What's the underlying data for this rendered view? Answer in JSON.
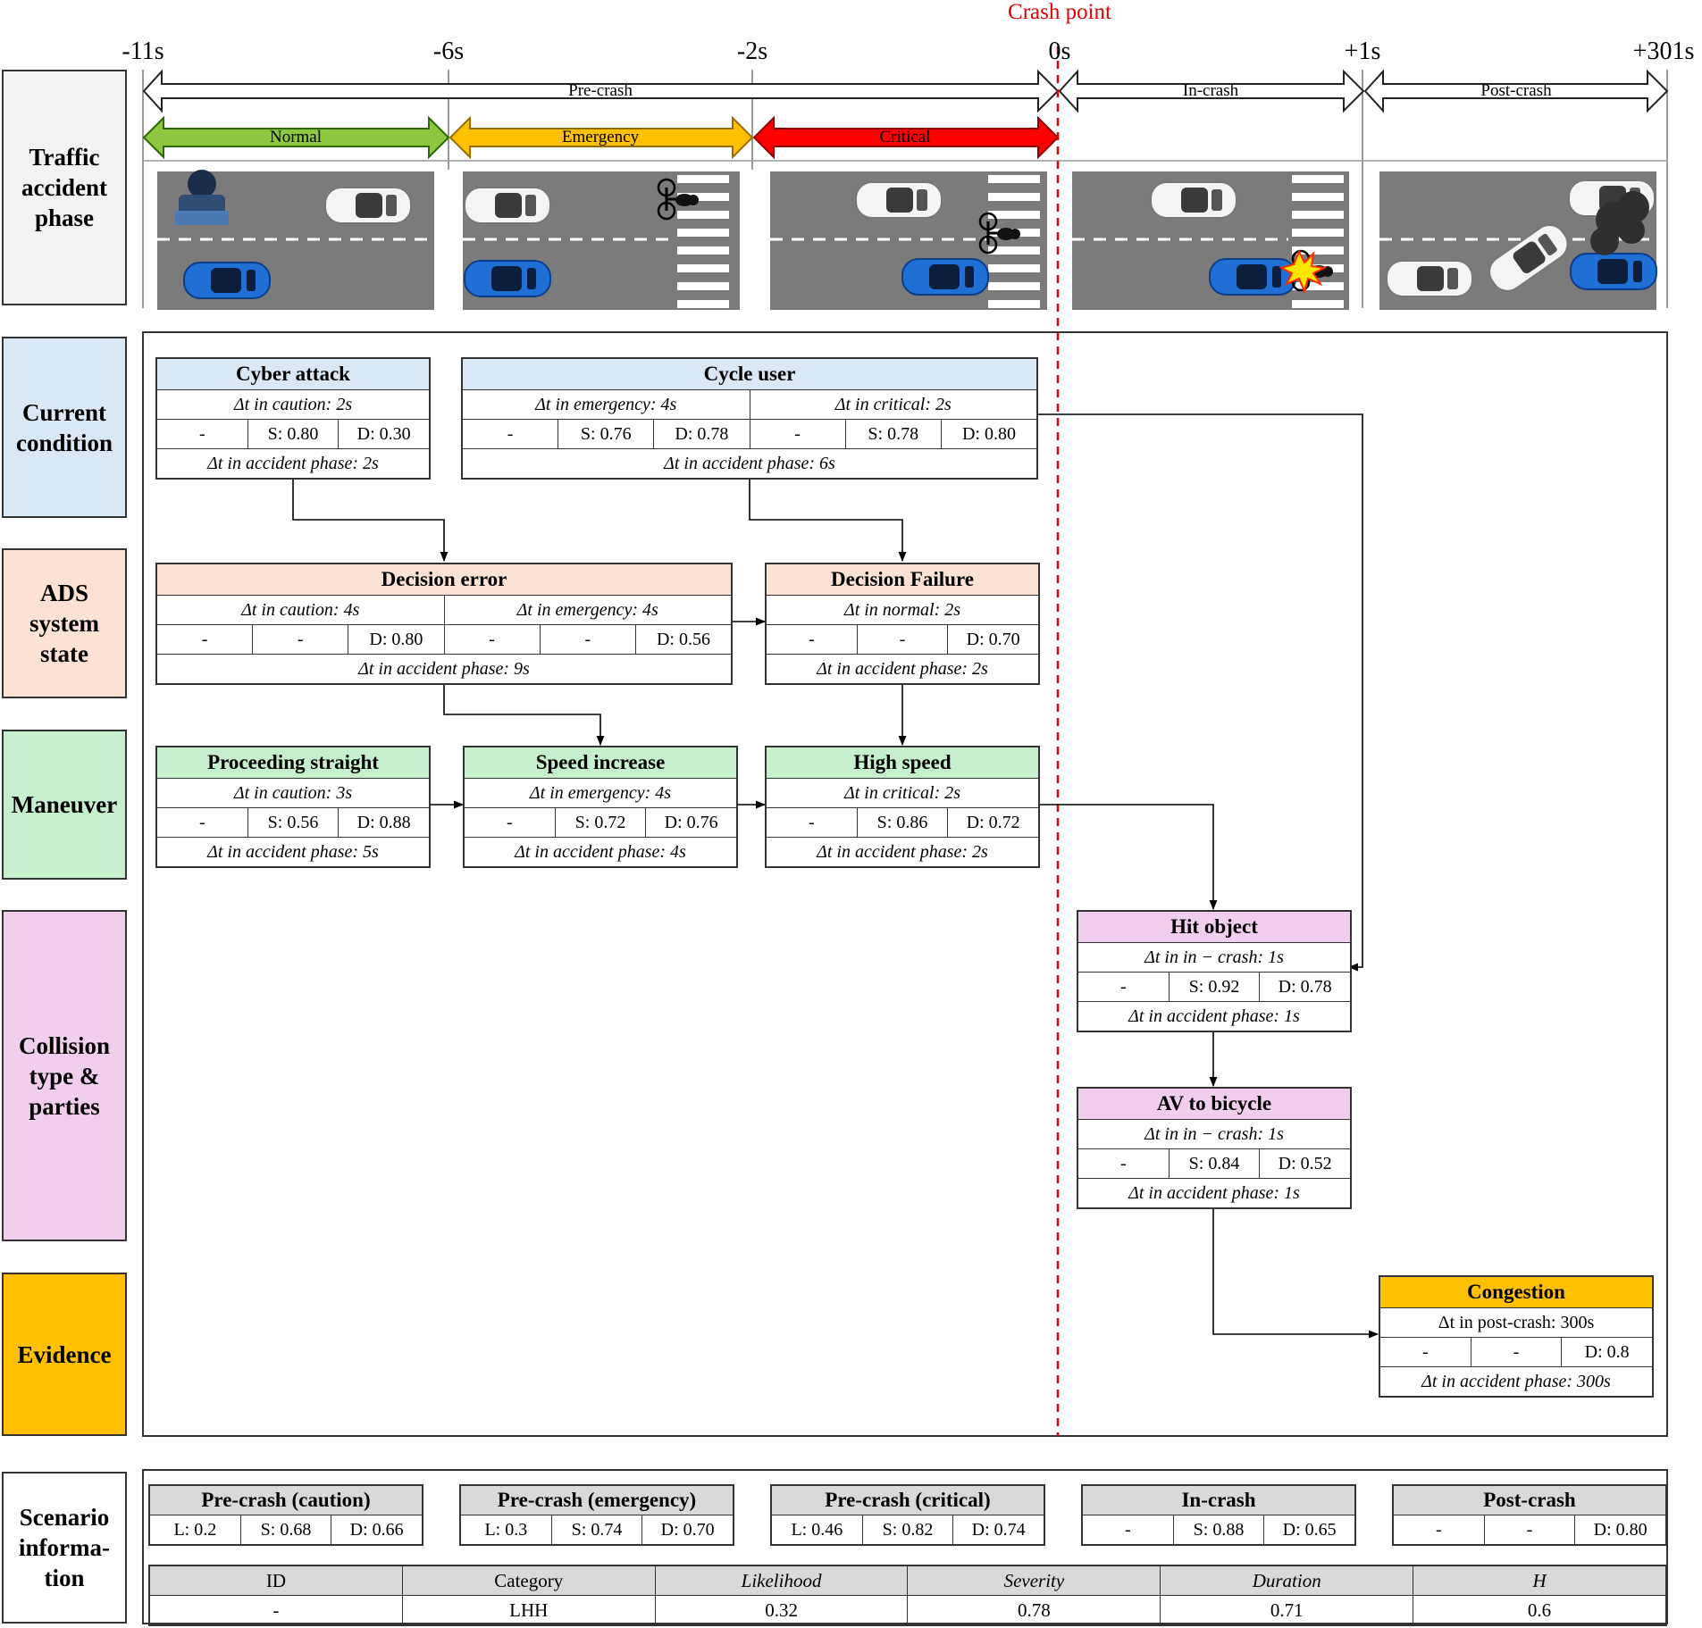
{
  "crash_point": "Crash point",
  "ticks": [
    "-11s",
    "-6s",
    "-2s",
    "0s",
    "+1s",
    "+301s"
  ],
  "phases_top": [
    "Pre-crash",
    "In-crash",
    "Post-crash"
  ],
  "phases_sub": [
    "Normal",
    "Emergency",
    "Critical"
  ],
  "rows": {
    "traffic": "Traffic accident phase",
    "current": "Current condition",
    "ads": "ADS system state",
    "maneuver": "Maneuver",
    "collision": "Collision type & parties",
    "evidence": "Evidence",
    "scenario": "Scenario informa-tion"
  },
  "colors": {
    "traffic": "#f2f2f2",
    "current": "#dae8f5",
    "ads": "#fbe2d5",
    "maneuver": "#c6efce",
    "collision": "#f1cdee",
    "evidence": "#ffc000",
    "normal": "#8dc63f",
    "emergency": "#ffc000",
    "critical": "#ff0000"
  },
  "nodes": {
    "cyber": {
      "title": "Cyber attack",
      "dt": "Δt in caution: 2s",
      "c1": "-",
      "c2": "S: 0.80",
      "c3": "D: 0.30",
      "acc": "Δt in accident phase: 2s"
    },
    "cycle": {
      "title": "Cycle user",
      "dt1": "Δt in emergency: 4s",
      "dt2": "Δt in critical: 2s",
      "c1": "-",
      "c2": "S: 0.76",
      "c3": "D: 0.78",
      "c4": "-",
      "c5": "S: 0.78",
      "c6": "D: 0.80",
      "acc": "Δt in accident phase: 6s"
    },
    "decerr": {
      "title": "Decision error",
      "dt1": "Δt in caution: 4s",
      "dt2": "Δt in emergency: 4s",
      "c1": "-",
      "c2": "-",
      "c3": "D: 0.80",
      "c4": "-",
      "c5": "-",
      "c6": "D: 0.56",
      "acc": "Δt in accident phase: 9s"
    },
    "decfail": {
      "title": "Decision Failure",
      "dt": "Δt in normal: 2s",
      "c1": "-",
      "c2": "-",
      "c3": "D: 0.70",
      "acc": "Δt in accident phase: 2s"
    },
    "straight": {
      "title": "Proceeding straight",
      "dt": "Δt in caution: 3s",
      "c1": "-",
      "c2": "S: 0.56",
      "c3": "D: 0.88",
      "acc": "Δt in accident phase: 5s"
    },
    "speedinc": {
      "title": "Speed increase",
      "dt": "Δt in emergency: 4s",
      "c1": "-",
      "c2": "S: 0.72",
      "c3": "D: 0.76",
      "acc": "Δt in accident phase: 4s"
    },
    "highspeed": {
      "title": "High speed",
      "dt": "Δt in critical: 2s",
      "c1": "-",
      "c2": "S: 0.86",
      "c3": "D: 0.72",
      "acc": "Δt in accident phase: 2s"
    },
    "hit": {
      "title": "Hit object",
      "dt": "Δt in in − crash: 1s",
      "c1": "-",
      "c2": "S: 0.92",
      "c3": "D: 0.78",
      "acc": "Δt in accident phase: 1s"
    },
    "avbike": {
      "title": "AV to bicycle",
      "dt": "Δt in in − crash: 1s",
      "c1": "-",
      "c2": "S: 0.84",
      "c3": "D: 0.52",
      "acc": "Δt in accident phase: 1s"
    },
    "congestion": {
      "title": "Congestion",
      "dt": "Δt in post-crash: 300s",
      "c1": "-",
      "c2": "-",
      "c3": "D: 0.8",
      "acc": "Δt in accident phase: 300s"
    }
  },
  "scenario": [
    {
      "title": "Pre-crash (caution)",
      "c1": "L: 0.2",
      "c2": "S: 0.68",
      "c3": "D: 0.66"
    },
    {
      "title": "Pre-crash (emergency)",
      "c1": "L: 0.3",
      "c2": "S: 0.74",
      "c3": "D: 0.70"
    },
    {
      "title": "Pre-crash (critical)",
      "c1": "L: 0.46",
      "c2": "S: 0.82",
      "c3": "D: 0.74"
    },
    {
      "title": "In-crash",
      "c1": "-",
      "c2": "S: 0.88",
      "c3": "D: 0.65"
    },
    {
      "title": "Post-crash",
      "c1": "-",
      "c2": "-",
      "c3": "D: 0.80"
    }
  ],
  "summary": {
    "headers": [
      "ID",
      "Category",
      "Likelihood",
      "Severity",
      "Duration",
      "H"
    ],
    "values": [
      "-",
      "LHH",
      "0.32",
      "0.78",
      "0.71",
      "0.6"
    ]
  }
}
